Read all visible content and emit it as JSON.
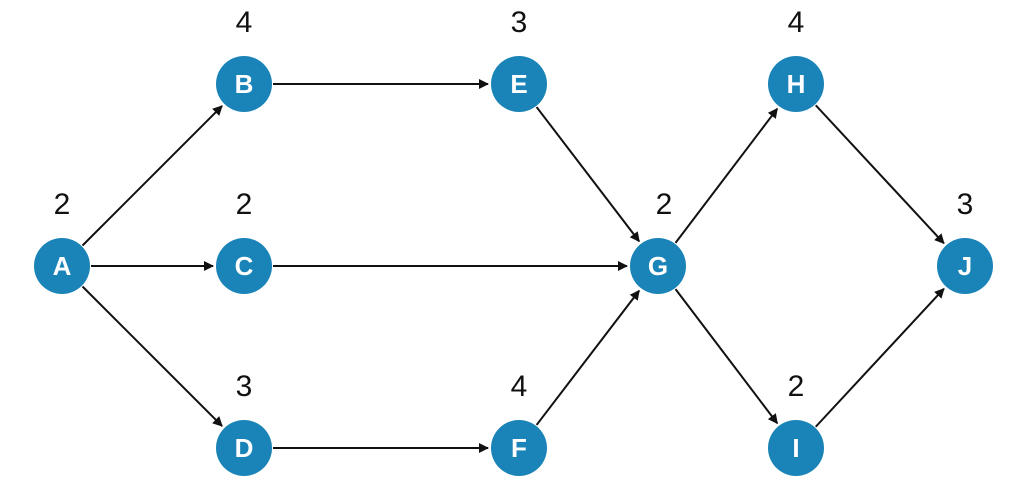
{
  "nodes": [
    {
      "id": "A",
      "label": "A",
      "weight": "2"
    },
    {
      "id": "B",
      "label": "B",
      "weight": "4"
    },
    {
      "id": "C",
      "label": "C",
      "weight": "2"
    },
    {
      "id": "D",
      "label": "D",
      "weight": "3"
    },
    {
      "id": "E",
      "label": "E",
      "weight": "3"
    },
    {
      "id": "F",
      "label": "F",
      "weight": "4"
    },
    {
      "id": "G",
      "label": "G",
      "weight": "2"
    },
    {
      "id": "H",
      "label": "H",
      "weight": "4"
    },
    {
      "id": "I",
      "label": "I",
      "weight": "2"
    },
    {
      "id": "J",
      "label": "J",
      "weight": "3"
    }
  ],
  "edges": [
    {
      "from": "A",
      "to": "B"
    },
    {
      "from": "A",
      "to": "C"
    },
    {
      "from": "A",
      "to": "D"
    },
    {
      "from": "B",
      "to": "E"
    },
    {
      "from": "C",
      "to": "G"
    },
    {
      "from": "D",
      "to": "F"
    },
    {
      "from": "E",
      "to": "G"
    },
    {
      "from": "F",
      "to": "G"
    },
    {
      "from": "G",
      "to": "H"
    },
    {
      "from": "G",
      "to": "I"
    },
    {
      "from": "H",
      "to": "J"
    },
    {
      "from": "I",
      "to": "J"
    }
  ],
  "colors": {
    "node_fill": "#1a84b8",
    "node_text": "#ffffff",
    "edge": "#111111",
    "weight_text": "#111111"
  }
}
